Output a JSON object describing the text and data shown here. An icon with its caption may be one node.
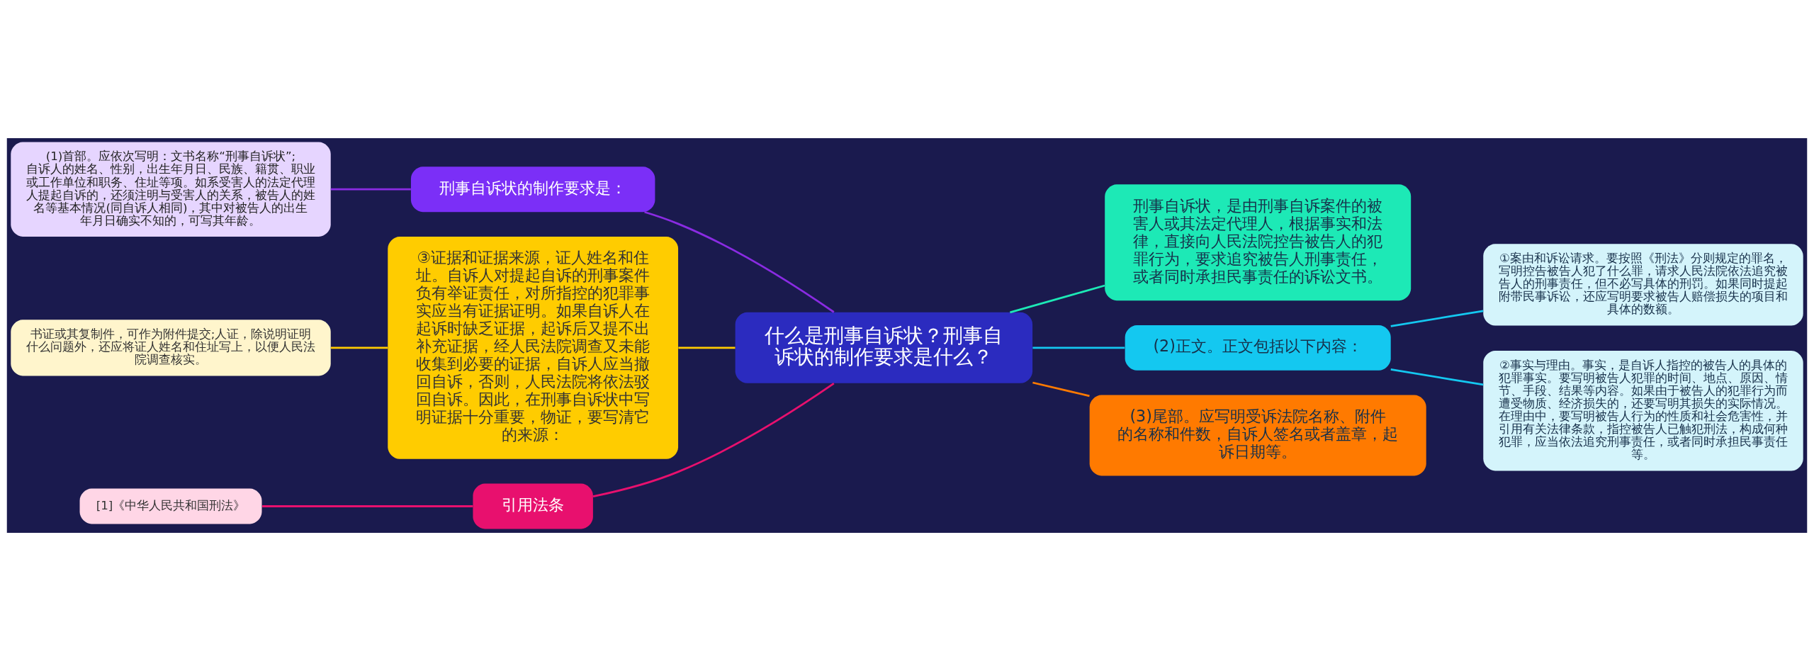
{
  "diagram": {
    "nodes": [
      {
        "text": [
          "什么是刑事自诉状？刑事自诉状的制作要求是什么？"
        ]
      },
      {
        "text": [
          "刑事自诉状的制作要求是："
        ]
      },
      {
        "text": [
          "(1)首部。应依次写明：文书名称“刑事自诉状”;自诉人的姓名、性别，出生年月日、民族、籍贯、职业或工作单位和职务、住址等项。如系受害人的法定代理人提起自诉的，还须注明与受害人的关系，被告人的姓名等基本情况(同自诉人相同)，其中对被告人的出生年月日确实不知的，可写其年龄。"
        ]
      },
      {
        "text": [
          "③证据和证据来源，证人姓名和住址。自诉人对提起自诉的刑事案件负有举证责任，对所指控的犯罪事实应当有证据证明。如果自诉人在起诉时缺乏证据，起诉后又提不出补充证据，经人民法院调查又未能收集到必要的证据，自诉人应当撤回自诉，否则，人民法院将依法驳回自诉。因此，在刑事自诉状中写明证据十分重要，物证，要写清它的来源："
        ]
      },
      {
        "text": [
          "书证或其复制件，可作为附件提交;人证，除说明证明什么问题外，还应将证人姓名和住址写上，以便人民法院调查核实。"
        ]
      },
      {
        "text": [
          "引用法条"
        ]
      },
      {
        "text": [
          "[1]《中华人民共和国刑法》"
        ]
      },
      {
        "text": [
          "刑事自诉状，是由刑事自诉案件的被害人或其法定代理人，根据事实和法律，直接向人民法院控告被告人的犯罪行为，要求追究被告人刑事责任，或者同时承担民事责任的诉讼文书。"
        ]
      },
      {
        "text": [
          "(2)正文。正文包括以下内容："
        ]
      },
      {
        "text": [
          "①案由和诉讼请求。要按照《刑法》分则规定的罪名，写明控告被告人犯了什么罪，请求人民法院依法追究被告人的刑事责任，但不必写具体的刑罚。如果同时提起附带民事诉讼，还应写明要求被告人赔偿损失的项目和具体的数额。"
        ]
      },
      {
        "text": [
          "②事实与理由。事实，是自诉人指控的被告人的具体的犯罪事实。要写明被告人犯罪的时间、地点、原因、情节、手段、结果等内容。如果由于被告人的犯罪行为而遭受物质、经济损失的，还要写明其损失的实际情况。在理由中，要写明被告人行为的性质和社会危害性，并引用有关法律条款，指控被告人已触犯刑法，构成何种犯罪，应当依法追究刑事责任，或者同时承担民事责任等。"
        ]
      },
      {
        "text": [
          "(3)尾部。应写明受诉法院名称、附件的名称和件数，自诉人签名或者盖章，起诉日期等。"
        ]
      }
    ],
    "edges": [
      {
        "from": 0,
        "to": 1,
        "arrow": "none",
        "color": "#8a2be2"
      },
      {
        "from": 1,
        "to": 2,
        "arrow": "none",
        "color": "#8a2be2"
      },
      {
        "from": 0,
        "to": 3,
        "arrow": "none",
        "color": "#ffcc00"
      },
      {
        "from": 3,
        "to": 4,
        "arrow": "none",
        "color": "#ffcc00"
      },
      {
        "from": 0,
        "to": 5,
        "arrow": "none",
        "color": "#e8106e"
      },
      {
        "from": 5,
        "to": 6,
        "arrow": "none",
        "color": "#e8106e"
      },
      {
        "from": 0,
        "to": 7,
        "arrow": "none",
        "color": "#1de9b6"
      },
      {
        "from": 0,
        "to": 8,
        "arrow": "none",
        "color": "#14c8f0"
      },
      {
        "from": 8,
        "to": 9,
        "arrow": "none",
        "color": "#14c8f0"
      },
      {
        "from": 8,
        "to": 10,
        "arrow": "none",
        "color": "#14c8f0"
      },
      {
        "from": 0,
        "to": 11,
        "arrow": "none",
        "color": "#ff7a00"
      }
    ]
  }
}
